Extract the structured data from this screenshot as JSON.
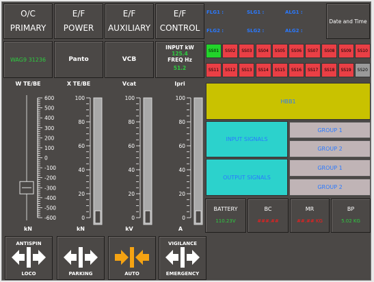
{
  "top_tiles": [
    {
      "line1": "O/C",
      "line2": "PRIMARY"
    },
    {
      "line1": "E/F",
      "line2": "POWER"
    },
    {
      "line1": "E/F",
      "line2": "AUXILIARY"
    },
    {
      "line1": "E/F",
      "line2": "CONTROL"
    }
  ],
  "flags": {
    "flg1": "FLG1 :",
    "slg1": "SLG1 :",
    "alg1": "ALG1 :",
    "flg2": "FLG2 :",
    "slg2": "SLG2 :",
    "alg2": "ALG2 :"
  },
  "date_time": "Date and Time",
  "info": {
    "loco": "WAG9 31236",
    "panto": "Panto",
    "vcb": "VCB",
    "input_kw_label": "INPUT kW",
    "input_kw_value": "125.4",
    "freq_label": "FREQ Hz",
    "freq_value": "51.2"
  },
  "ss_row1": [
    "SS01",
    "SS02",
    "SS03",
    "SS04",
    "SS05",
    "SS06",
    "SS07",
    "SS08",
    "SS09",
    "SS10"
  ],
  "ss_row2": [
    "SS11",
    "SS12",
    "SS13",
    "SS14",
    "SS15",
    "SS16",
    "SS17",
    "SS18",
    "SS19",
    "SS20"
  ],
  "ss_state": {
    "on": "SS01",
    "off": "SS20"
  },
  "gauges": {
    "te_be": {
      "title": "W TE/BE",
      "unit": "kN",
      "ticks": [
        "600",
        "500",
        "400",
        "300",
        "200",
        "100",
        "0",
        "-100",
        "-200",
        "-300",
        "-400",
        "-500",
        "-600"
      ],
      "slider_value": -300
    },
    "x_te_be": {
      "title": "X TE/BE",
      "unit": "kN",
      "ticks": [
        "100",
        "80",
        "60",
        "40",
        "20",
        "0"
      ],
      "level": 0
    },
    "vcat": {
      "title": "Vcat",
      "unit": "kV",
      "ticks": [
        "100",
        "80",
        "60",
        "40",
        "20",
        "0"
      ],
      "level": 0
    },
    "ipri": {
      "title": "Ipri",
      "unit": "A",
      "ticks": [
        "100",
        "80",
        "60",
        "40",
        "20",
        "0"
      ],
      "level": 0
    }
  },
  "hbb": "HBB1",
  "input_signals": "INPUT SIGNALS",
  "output_signals": "OUTPUT SIGNALS",
  "groups": [
    "GROUP 1",
    "GROUP 2",
    "GROUP 1",
    "GROUP 2"
  ],
  "meters": [
    {
      "label": "BATTERY",
      "value": "110.23V",
      "color": "#2ecc40"
    },
    {
      "label": "BC",
      "value": "###.##",
      "color": "#ff1a1a"
    },
    {
      "label": "MR",
      "value": "##.## KG",
      "color": "#ff1a1a"
    },
    {
      "label": "BP",
      "value": "5.02 KG",
      "color": "#2ecc40"
    }
  ],
  "buttons": [
    {
      "top": "ANTISPIN",
      "bottom": "LOCO",
      "icon": "split-arrows-white"
    },
    {
      "top": "",
      "bottom": "PARKING",
      "icon": "split-arrows-white"
    },
    {
      "top": "",
      "bottom": "AUTO",
      "icon": "converging-arrows-orange"
    },
    {
      "top": "VIGILANCE",
      "bottom": "EMERGENCY",
      "icon": "split-arrows-white"
    }
  ],
  "colors": {
    "background": "#4b4846",
    "ss_fault": "#ea3f45",
    "ss_on": "#22d42a",
    "hbb": "#c9c200",
    "signals": "#2cd2cc",
    "group": "#c0b4b6",
    "label_blue": "#2a79ff",
    "orange": "#f5a312"
  }
}
